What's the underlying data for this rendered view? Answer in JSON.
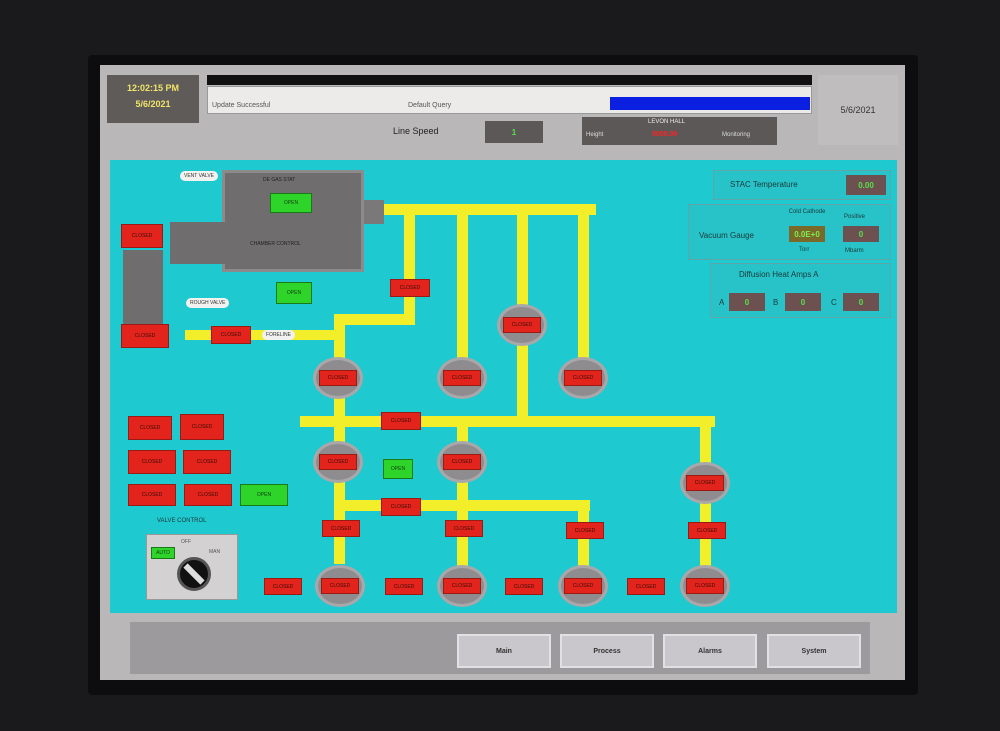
{
  "header": {
    "time": "12:02:15 PM",
    "date": "5/6/2021",
    "date_right": "5/6/2021",
    "status_message": "Update Successful",
    "query": "Default Query",
    "progress_percent": 100,
    "line_speed_label": "Line Speed",
    "line_speed_value": "1",
    "level_title": "LEVON HALL",
    "level_left": "Height",
    "level_value": "0000.00",
    "level_right": "Monitoring"
  },
  "stac": {
    "label": "STAC Temperature",
    "value": "0.00"
  },
  "vacuum": {
    "label": "Vacuum Gauge",
    "cold_cathode_label": "Cold Cathode",
    "cold_cathode_value": "0.0E+0",
    "torr_label": "Torr",
    "positive_label": "Positive",
    "positive_value": "0",
    "mbar_label": "Mbarm"
  },
  "diffusion": {
    "label": "Diffusion Heat Amps A",
    "a_label": "A",
    "a_value": "0",
    "b_label": "B",
    "b_value": "0",
    "c_label": "C",
    "c_value": "0"
  },
  "diagram": {
    "chamber_title": "DE GAS STAT",
    "chamber_status": "OPEN",
    "chamber_label": "CHAMBER CONTROL",
    "pump_status": "OPEN",
    "closed": "CLOSED",
    "open": "OPEN",
    "tag_top": "VENT VALVE",
    "tag_bottom": "ROUGH VALVE",
    "tag_foreline": "FORELINE",
    "valve_control": "VALVE CONTROL",
    "sel_auto": "AUTO",
    "sel_off": "OFF",
    "sel_man": "MAN"
  },
  "footer": {
    "buttons": [
      "Main",
      "Process",
      "Alarms",
      "System"
    ]
  },
  "colors": {
    "screen_cyan": "#1ec9cf",
    "pipe": "#f2ee2a",
    "closed": "#e3241c",
    "open": "#2fd42a"
  }
}
